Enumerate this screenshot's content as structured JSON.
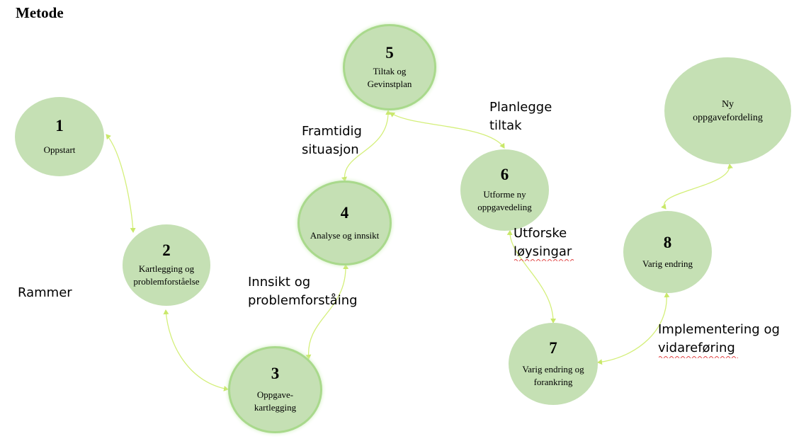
{
  "title": "Metode",
  "nodes": [
    {
      "num": "1",
      "label": "Oppstart"
    },
    {
      "num": "2",
      "label": "Kartlegging og\nproblemforståelse"
    },
    {
      "num": "3",
      "label": "Oppgave-\nkartlegging"
    },
    {
      "num": "4",
      "label": "Analyse og innsikt"
    },
    {
      "num": "5",
      "label": "Tiltak og\nGevinstplan"
    },
    {
      "num": "6",
      "label": "Utforme ny\noppgavedeling"
    },
    {
      "num": "7",
      "label": "Varig endring og\nforankring"
    },
    {
      "num": "8",
      "label": "Varig endring"
    },
    {
      "num": "",
      "label": "Ny\noppgavefordeling"
    }
  ],
  "annotations": {
    "rammer": "Rammer",
    "innsikt": "Innsikt og\nproblemforståing",
    "framtidig": "Framtidig\nsituasjon",
    "planlegge": "Planlegge\ntiltak",
    "utforske": "Utforske\nløysingar",
    "implementering": "Implementering og\nvidareføring"
  },
  "colors": {
    "node_fill": "#c5e0b4",
    "connector": "#d4ef7a",
    "spellcheck": "#e04040"
  }
}
